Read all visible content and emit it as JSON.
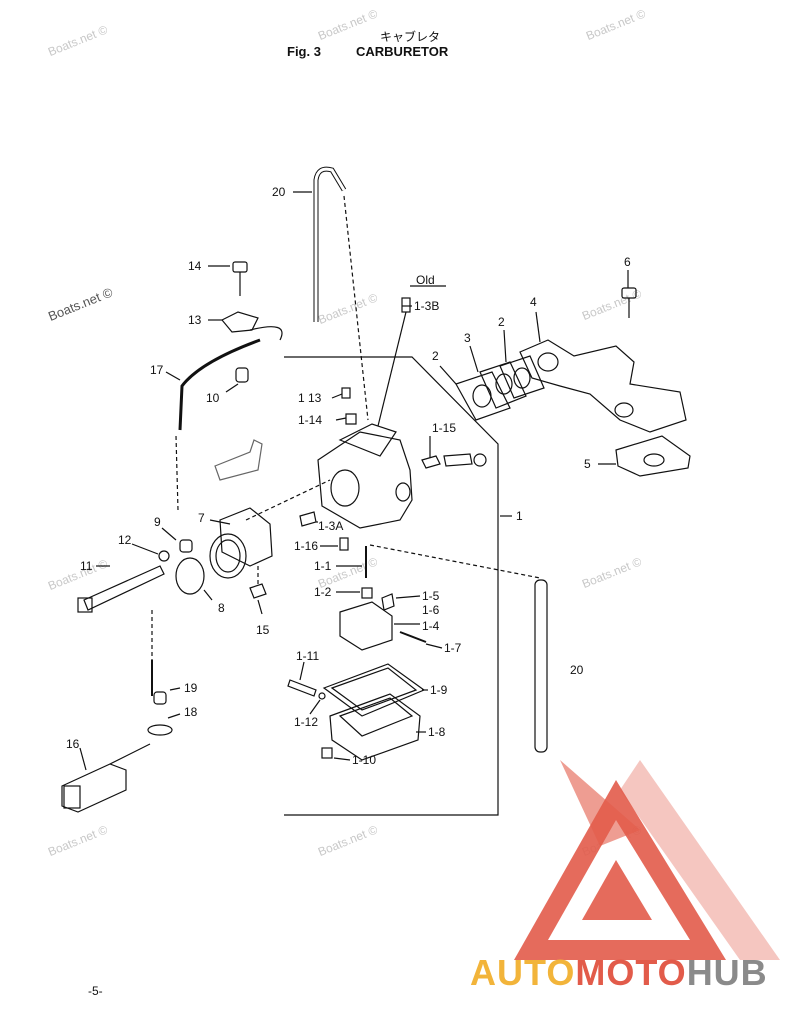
{
  "header": {
    "title_jp": "キャブレタ",
    "fig_label": "Fig. 3",
    "title": "CARBURETOR"
  },
  "watermark": "Boats.net ©",
  "old_label": "Old",
  "callouts": {
    "c20a": "20",
    "c14": "14",
    "c13": "13",
    "c17": "17",
    "c10": "10",
    "c1_13": "1 13",
    "c1_14": "1-14",
    "c1_3b": "1-3B",
    "c1_15": "1-15",
    "c3": "3",
    "c2a": "2",
    "c2b": "2",
    "c4": "4",
    "c6": "6",
    "c5": "5",
    "c1": "1",
    "c9": "9",
    "c7": "7",
    "c12": "12",
    "c11": "11",
    "c8": "8",
    "c15": "15",
    "c1_3a": "1-3A",
    "c1_16": "1-16",
    "c1_1": "1-1",
    "c1_2": "1-2",
    "c1_5": "1-5",
    "c1_6": "1-6",
    "c1_4": "1-4",
    "c1_7": "1-7",
    "c20b": "20",
    "c1_11": "1-11",
    "c1_9": "1-9",
    "c1_12": "1-12",
    "c1_8": "1-8",
    "c1_10": "1-10",
    "c19": "19",
    "c18": "18",
    "c16": "16"
  },
  "page_number": "-5-",
  "brand": {
    "part1": "AUTO",
    "part2": "MOTO",
    "part3": "HUB"
  },
  "colors": {
    "line": "#111111",
    "logo_red": "#e25b4a",
    "logo_yellow": "#f2b43a",
    "logo_gray": "#8a8a8a"
  }
}
